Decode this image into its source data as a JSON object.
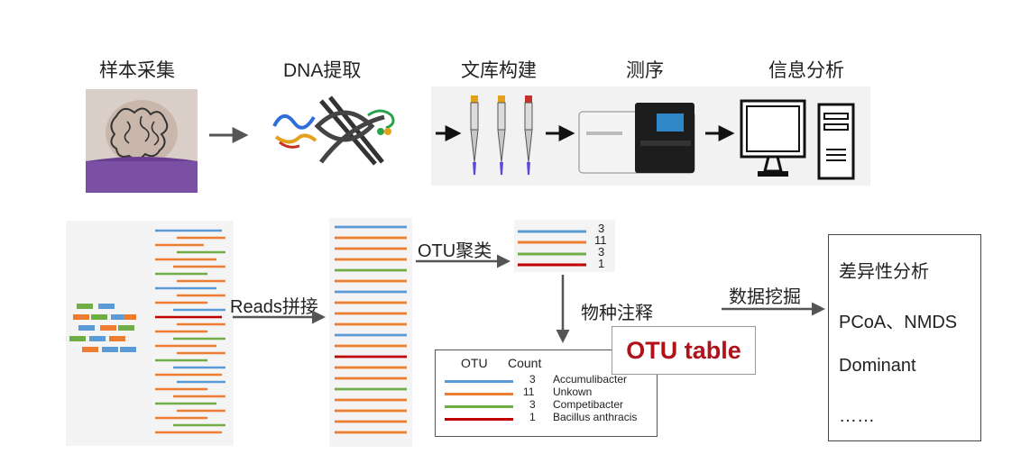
{
  "workflow_steps": [
    "样本采集",
    "DNA提取",
    "文库构建",
    "测序",
    "信息分析"
  ],
  "process_labels": {
    "assembly": "Reads拼接",
    "clustering": "OTU聚类",
    "annotation": "物种注释",
    "mining": "数据挖掘"
  },
  "cluster_counts": [
    "3",
    "11",
    "3",
    "1"
  ],
  "otu_tag": "OTU table",
  "otu_table": {
    "headers": [
      "OTU",
      "Count"
    ],
    "rows": [
      {
        "count": "3",
        "name": "Accumulibacter",
        "color": "#5b9bd5"
      },
      {
        "count": "11",
        "name": "Unkown",
        "color": "#ed7d31"
      },
      {
        "count": "3",
        "name": "Competibacter",
        "color": "#70ad47"
      },
      {
        "count": "1",
        "name": "Bacillus anthracis",
        "color": "#c00000"
      }
    ]
  },
  "analysis_items": [
    "差异性分析",
    "PCoA、NMDS",
    "Dominant",
    "……"
  ],
  "colors": {
    "blue": "#5b9bd5",
    "orange": "#ed7d31",
    "green": "#70ad47",
    "red": "#c00000",
    "arrow": "#555555",
    "otu_tag": "#b0121b"
  }
}
